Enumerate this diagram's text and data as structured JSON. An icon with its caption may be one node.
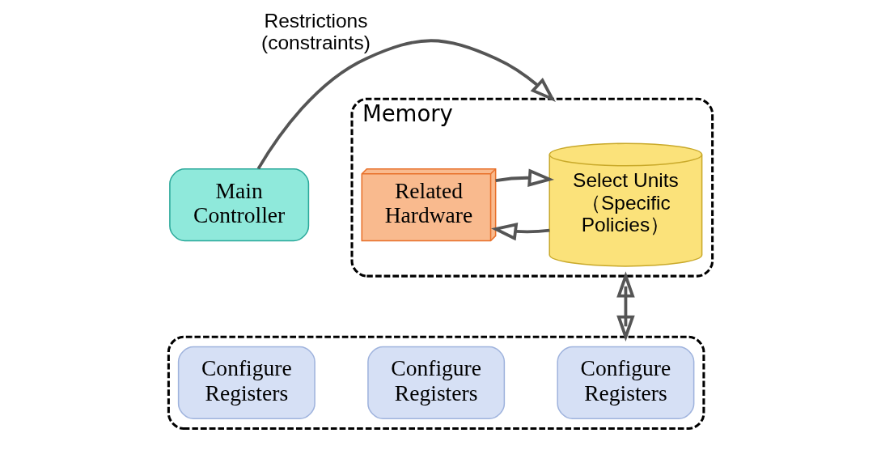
{
  "diagram": {
    "nodes": [
      {
        "text": [
          "Main Controller"
        ]
      },
      {
        "text": [
          "Memory"
        ]
      },
      {
        "text": [
          "Select Units （Specific Policies）"
        ],
        "in": 1
      },
      {
        "text": [
          "Related Hardware"
        ],
        "in": 1
      },
      {
        "text": [],
        "shape": "box"
      },
      {
        "text": [
          "Configure Registers"
        ],
        "in": 4
      },
      {
        "text": [
          "Configure Registers"
        ],
        "in": 4
      },
      {
        "text": [
          "Configure Registers"
        ],
        "in": 4
      }
    ],
    "edges": [
      {
        "from": 0,
        "to": 1,
        "arrow": "to",
        "label": "Restrictions (constraints)"
      },
      {
        "from": 2,
        "to": 3,
        "arrow": "to"
      },
      {
        "from": 3,
        "to": 2,
        "arrow": "to"
      },
      {
        "from": 1,
        "to": 4,
        "arrow": "both"
      }
    ]
  }
}
